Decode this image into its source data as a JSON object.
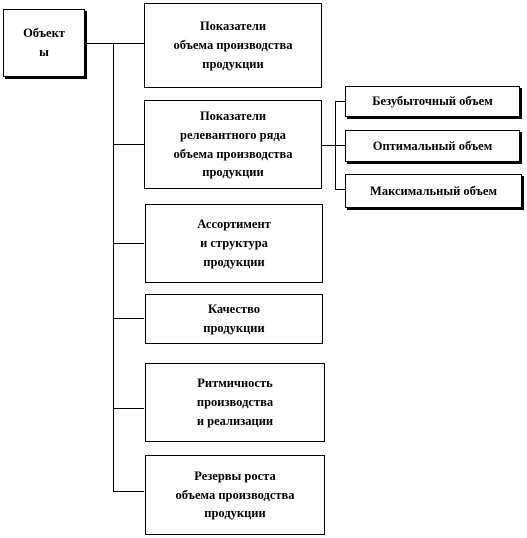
{
  "diagram": {
    "root": {
      "label": "Объект\nы"
    },
    "items": [
      {
        "label": "Показатели\nобъема производства\nпродукции"
      },
      {
        "label": "Показатели\nрелевантного ряда\nобъема производства\nпродукции"
      },
      {
        "label": "Ассортимент\nи структура\nпродукции"
      },
      {
        "label": "Качество\nпродукции"
      },
      {
        "label": "Ритмичность\nпроизводства\nи реализации"
      },
      {
        "label": "Резервы роста\nобъема производства\nпродукции"
      }
    ],
    "subitems": [
      {
        "label": "Безубыточный объем"
      },
      {
        "label": "Оптимальный объем"
      },
      {
        "label": "Максимальный объем"
      }
    ]
  }
}
